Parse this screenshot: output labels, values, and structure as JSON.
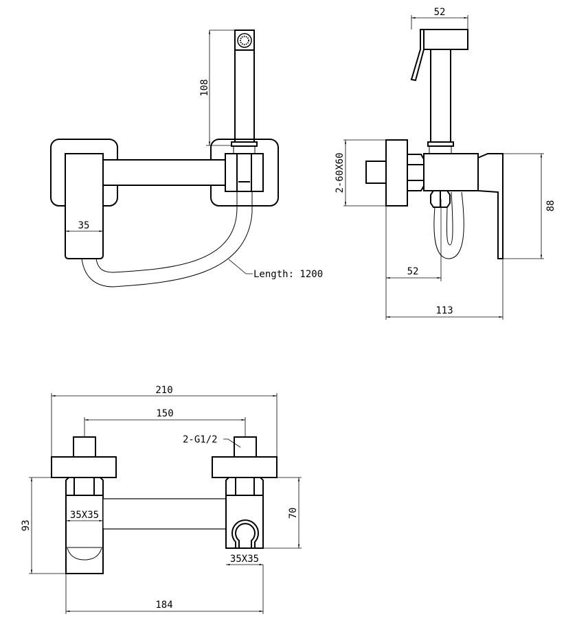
{
  "front_view": {
    "dim_handshower_height": "108",
    "dim_body_width": "35",
    "hose_label": "Length: 1200"
  },
  "side_view": {
    "dim_head_width": "52",
    "dim_escutcheon": "2-60X60",
    "dim_body_height": "88",
    "dim_outlet_offset": "52",
    "dim_total_depth": "113"
  },
  "bottom_view": {
    "dim_overall_width": "210",
    "dim_inlet_centers": "150",
    "inlet_thread_label": "2-G1/2",
    "dim_left_section": "35X35",
    "dim_right_section": "35X35",
    "dim_left_height": "93",
    "dim_right_height": "70",
    "dim_body_span": "184"
  },
  "colors": {
    "line": "#000000",
    "background": "#ffffff"
  }
}
